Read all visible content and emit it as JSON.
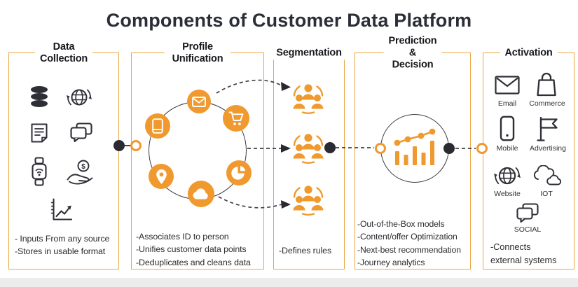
{
  "title": "Components of Customer Data Platform",
  "colors": {
    "accent": "#F0992E",
    "box_border": "#EBA642",
    "dark": "#2E2E36",
    "connector_black": "#2A2A32"
  },
  "icons": {
    "dollar": "$"
  },
  "sections": {
    "data_collection": {
      "header": "Data Collection",
      "icon_names": [
        "database-icon",
        "web-globe-icon",
        "memo-icon",
        "chat-bubbles-icon",
        "smartwatch-icon",
        "hand-dollar-icon",
        "growth-chart-icon"
      ],
      "bullets": [
        "- Inputs From any source",
        "-Stores in usable format"
      ]
    },
    "profile_unification": {
      "header": "Profile Unification",
      "icon_names": [
        "envelope-icon",
        "book-icon",
        "cart-icon",
        "location-pin-icon",
        "cloud-icon",
        "pie-chart-icon"
      ],
      "bullets": [
        "-Associates ID to person",
        "-Unifies customer data points",
        "-Deduplicates and cleans data"
      ]
    },
    "segmentation": {
      "header": "Segmentation",
      "icon_names": [
        "audience-group-icon",
        "audience-group-icon",
        "audience-group-icon"
      ],
      "bullets": [
        "-Defines rules"
      ]
    },
    "prediction": {
      "header": "Prediction & Decision",
      "icon_names": [
        "analytics-chart-icon"
      ],
      "bullets": [
        "-Out-of-the-Box models",
        "-Content/offer Optimization",
        "-Next-best recommendation",
        "-Journey analytics"
      ]
    },
    "activation": {
      "header": "Activation",
      "channels": [
        "Email",
        "Commerce",
        "Mobile",
        "Advertising",
        "Website",
        "IOT",
        "SOCIAL"
      ],
      "bullets": [
        "-Connects",
        "external systems"
      ]
    }
  }
}
